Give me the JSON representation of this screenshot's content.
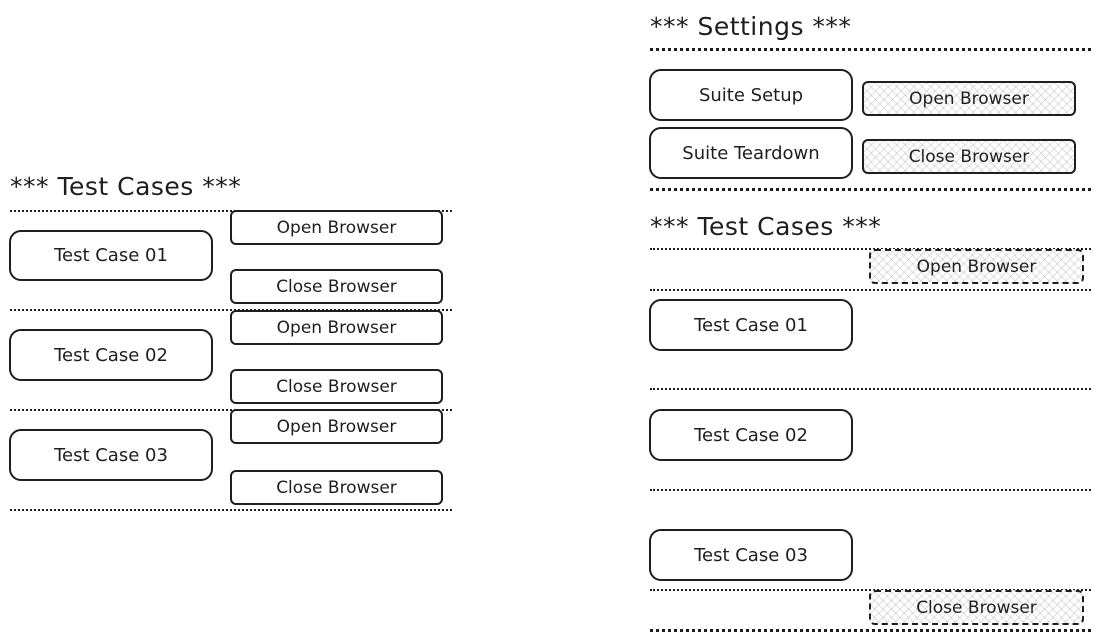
{
  "left_panel": {
    "heading": "*** Test Cases ***",
    "test_cases": [
      {
        "name": "Test Case 01",
        "steps": [
          "Open Browser",
          "Close Browser"
        ]
      },
      {
        "name": "Test Case 02",
        "steps": [
          "Open Browser",
          "Close Browser"
        ]
      },
      {
        "name": "Test Case 03",
        "steps": [
          "Open Browser",
          "Close Browser"
        ]
      }
    ]
  },
  "right_panel": {
    "settings_heading": "*** Settings ***",
    "settings": [
      {
        "name": "Suite Setup",
        "keyword": "Open Browser"
      },
      {
        "name": "Suite Teardown",
        "keyword": "Close Browser"
      }
    ],
    "test_cases_heading": "*** Test Cases ***",
    "setup_keyword": "Open Browser",
    "test_cases": [
      "Test Case 01",
      "Test Case 02",
      "Test Case 03"
    ],
    "teardown_keyword": "Close Browser"
  },
  "style": {
    "stroke_color": "#1e1e1e",
    "background": "#ffffff"
  }
}
